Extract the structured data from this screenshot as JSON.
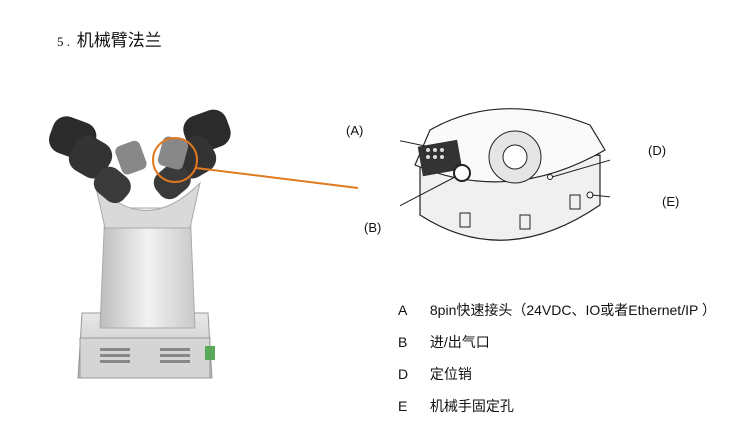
{
  "heading": {
    "number": "5 .",
    "text": "机械臂法兰"
  },
  "callouts": {
    "a": "(A)",
    "b": "(B)",
    "d": "(D)",
    "e": "(E)"
  },
  "legend": [
    {
      "letter": "A",
      "text": "8pin快速接头（24VDC、IO或者Ethernet/IP ）"
    },
    {
      "letter": "B",
      "text": "进/出气口"
    },
    {
      "letter": "D",
      "text": "定位销"
    },
    {
      "letter": "E",
      "text": "机械手固定孔"
    }
  ],
  "colors": {
    "connector_line": "#e07a1f",
    "circle_highlight": "#e07a1f"
  }
}
